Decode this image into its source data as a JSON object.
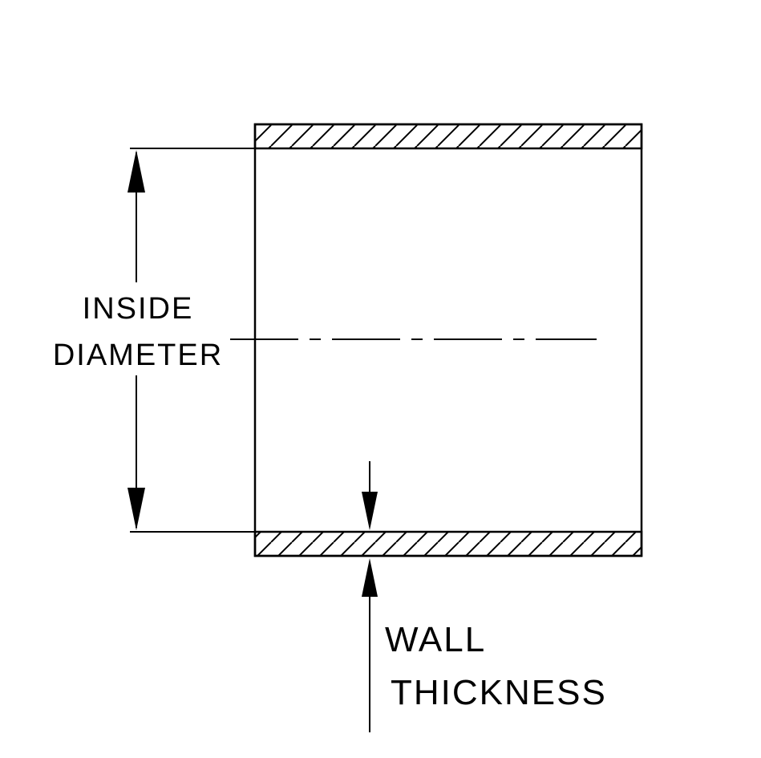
{
  "diagram": {
    "type": "technical-cross-section",
    "background_color": "#ffffff",
    "line_color": "#000000",
    "labels": {
      "inside_diameter_line1": "INSIDE",
      "inside_diameter_line2": "DIAMETER",
      "wall_thickness_line1": "WALL",
      "wall_thickness_line2": "THICKNESS"
    }
  }
}
